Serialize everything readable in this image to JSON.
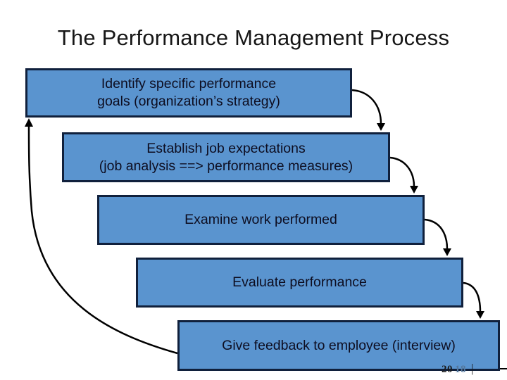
{
  "slide": {
    "title": "The Performance Management Process"
  },
  "steps": [
    {
      "lines": [
        "Identify specific performance",
        "goals (organization’s strategy)"
      ]
    },
    {
      "lines": [
        "Establish job expectations",
        "(job analysis ==> performance measures)"
      ]
    },
    {
      "lines": [
        "Examine work performed"
      ]
    },
    {
      "lines": [
        "Evaluate performance"
      ]
    },
    {
      "lines": [
        "Give feedback to employee (interview)"
      ]
    }
  ],
  "footer": {
    "part1": "20",
    "part2": "18",
    "divider": "|"
  },
  "colors": {
    "title_text": "#161616",
    "box_fill": "#5A94CF",
    "box_border": "#10203C",
    "box_text": "#0D0D20",
    "arrow": "#000000",
    "footer_part1": "#1A1A1A",
    "footer_part2": "#54779C"
  }
}
